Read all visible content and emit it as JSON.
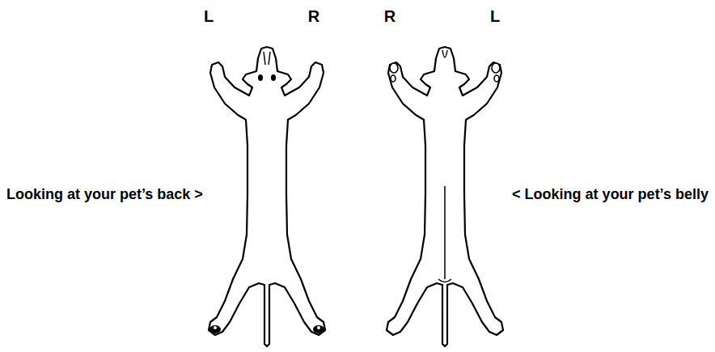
{
  "diagram": {
    "labels": [
      "L",
      "R",
      "R",
      "L",
      "Looking at your pet’s back >",
      "< Looking at your pet’s belly"
    ]
  }
}
